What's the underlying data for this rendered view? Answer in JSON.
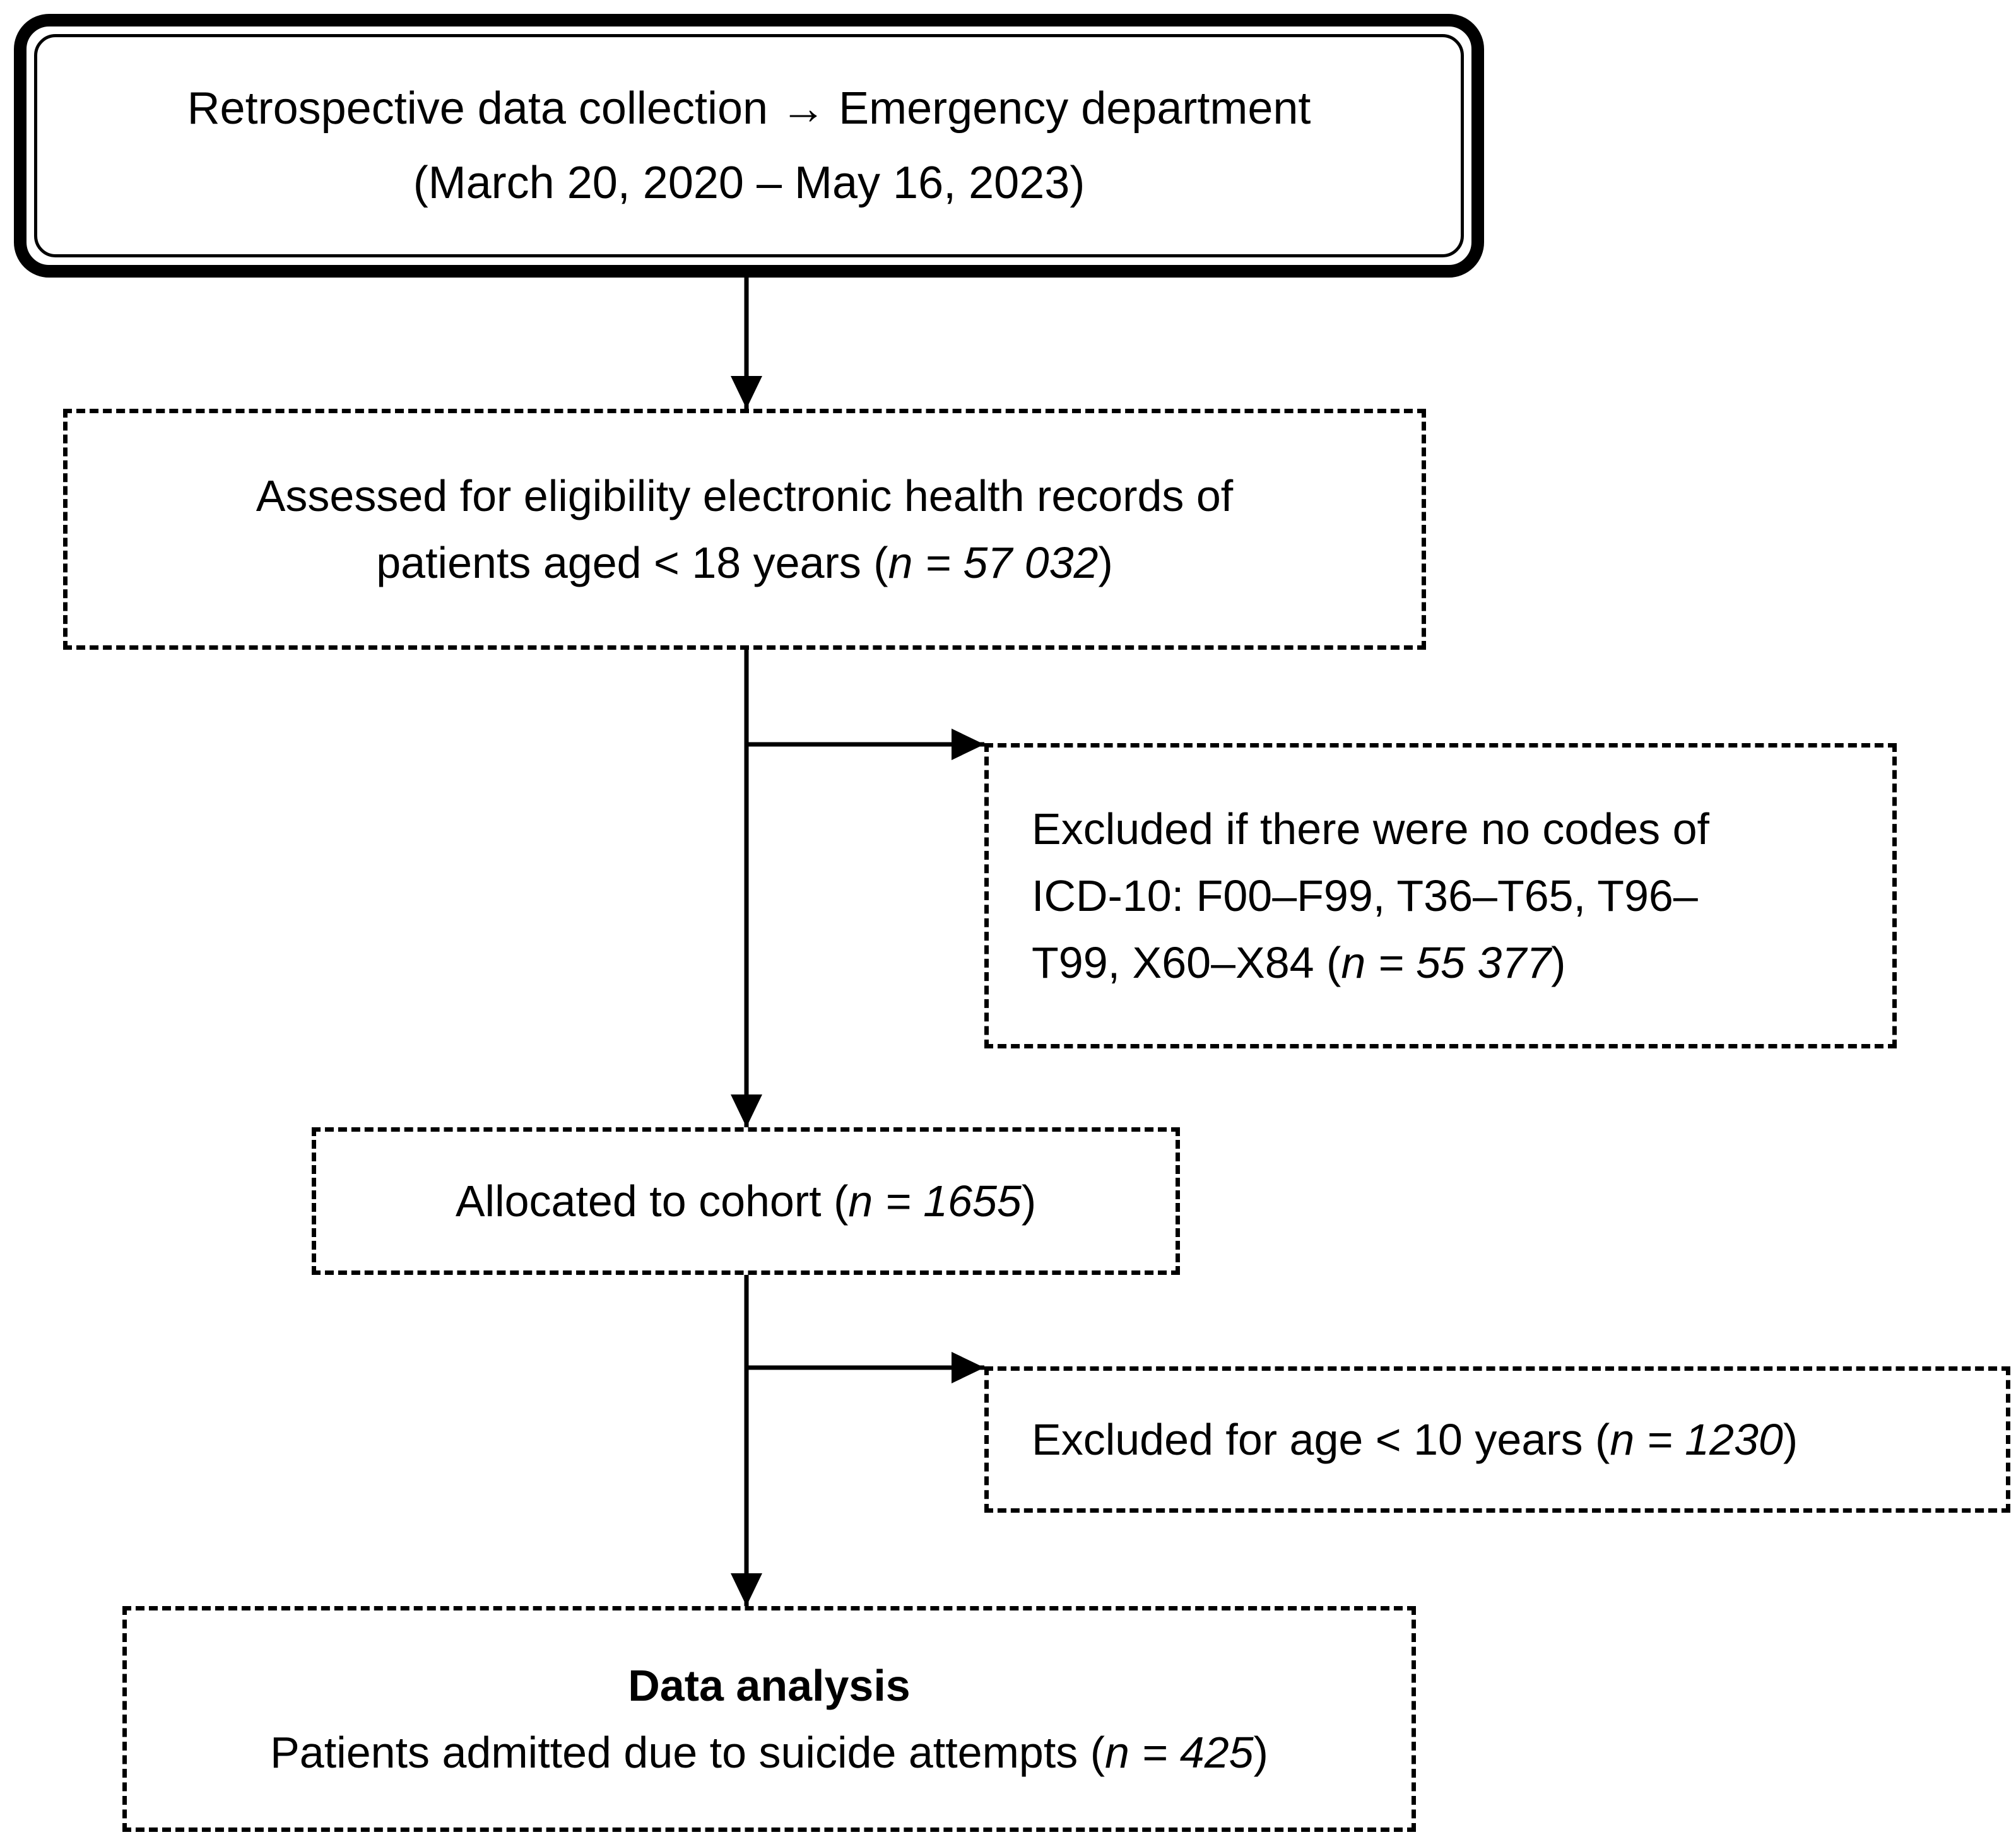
{
  "start": {
    "line1": "Retrospective data collection → Emergency department",
    "line2": "(March 20, 2020 – May 16, 2023)"
  },
  "assessed": {
    "line1": "Assessed for eligibility electronic health records of",
    "line2_pre": "patients aged < 18 years (",
    "n_label": "n",
    "n_eq": " = ",
    "n_value": "57 032",
    "close": ")"
  },
  "excluded_codes": {
    "line1": "Excluded if there were no codes of",
    "line2": "ICD-10: F00–F99, T36–T65, T96–",
    "line3_pre": "T99, X60–X84 (",
    "n_label": "n",
    "n_eq": " = ",
    "n_value": "55 377",
    "close": ")"
  },
  "cohort": {
    "pre": "Allocated to cohort (",
    "n_label": "n",
    "n_eq": " = ",
    "n_value": "1655",
    "close": ")"
  },
  "excluded_age": {
    "pre": "Excluded for age < 10 years (",
    "n_label": "n",
    "n_eq": " = ",
    "n_value": "1230",
    "close": ")"
  },
  "analysis": {
    "title": "Data analysis",
    "line2_pre": "Patients admitted due to suicide attempts (",
    "n_label": "n",
    "n_eq": " = ",
    "n_value": "425",
    "close": ")"
  }
}
